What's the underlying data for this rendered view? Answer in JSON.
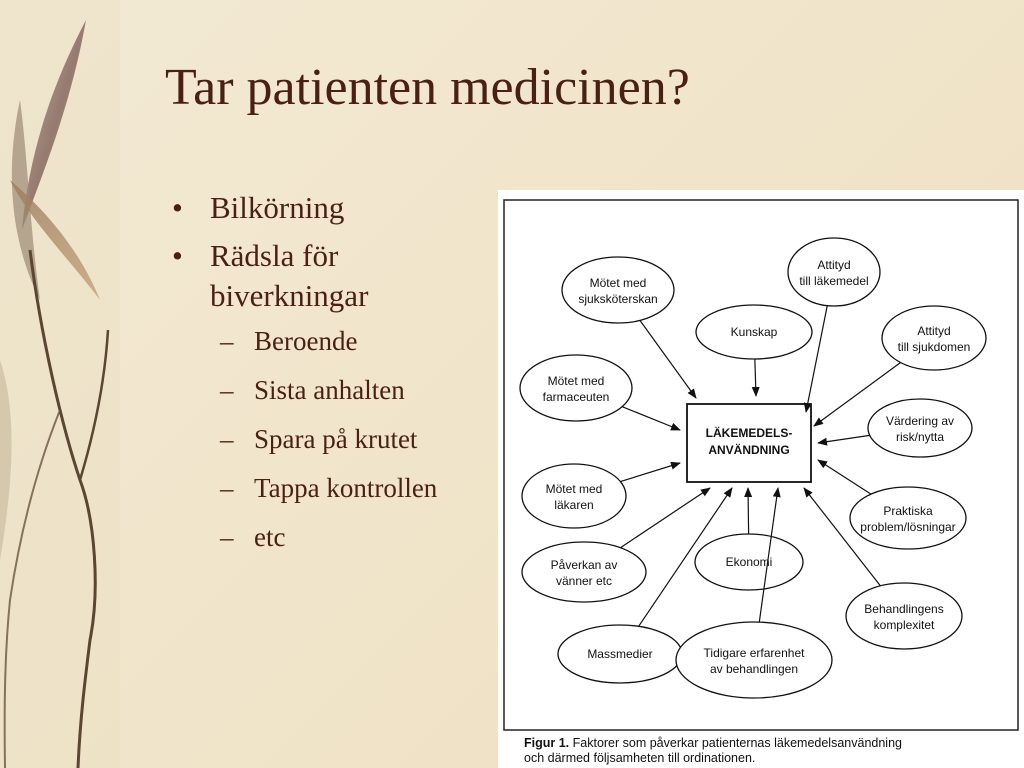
{
  "slide": {
    "title": "Tar patienten medicinen?",
    "bullets": [
      {
        "text": "Bilkörning"
      },
      {
        "text": "Rädsla för biverkningar",
        "sub": [
          "Beroende",
          "Sista anhalten",
          "Spara på krutet",
          "Tappa kontrollen",
          "etc"
        ]
      }
    ],
    "bullet_marker": "•",
    "sub_marker": "–"
  },
  "diagram": {
    "center": {
      "line1": "LÄKEMEDELS-",
      "line2": "ANVÄNDNING"
    },
    "nodes": [
      {
        "line1": "Mötet med",
        "line2": "sjuksköterskan"
      },
      {
        "line1": "Attityd",
        "line2": "till läkemedel"
      },
      {
        "line1": "Kunskap",
        "line2": ""
      },
      {
        "line1": "Attityd",
        "line2": "till sjukdomen"
      },
      {
        "line1": "Mötet med",
        "line2": "farmaceuten"
      },
      {
        "line1": "Värdering av",
        "line2": "risk/nytta"
      },
      {
        "line1": "Mötet med",
        "line2": "läkaren"
      },
      {
        "line1": "Praktiska",
        "line2": "problem/lösningar"
      },
      {
        "line1": "Påverkan av",
        "line2": "vänner etc"
      },
      {
        "line1": "Ekonomi",
        "line2": ""
      },
      {
        "line1": "Behandlingens",
        "line2": "komplexitet"
      },
      {
        "line1": "Massmedier",
        "line2": ""
      },
      {
        "line1": "Tidigare erfarenhet",
        "line2": "av behandlingen"
      }
    ],
    "caption_label": "Figur 1.",
    "caption_line1": " Faktorer som påverkar patienternas läkemedelsanvändning",
    "caption_line2": "och därmed följsamheten till ordinationen."
  },
  "colors": {
    "text": "#4a1f14",
    "background": "#f2e8d0",
    "leaf": "#8a6a5a",
    "stem": "#5a4632"
  }
}
